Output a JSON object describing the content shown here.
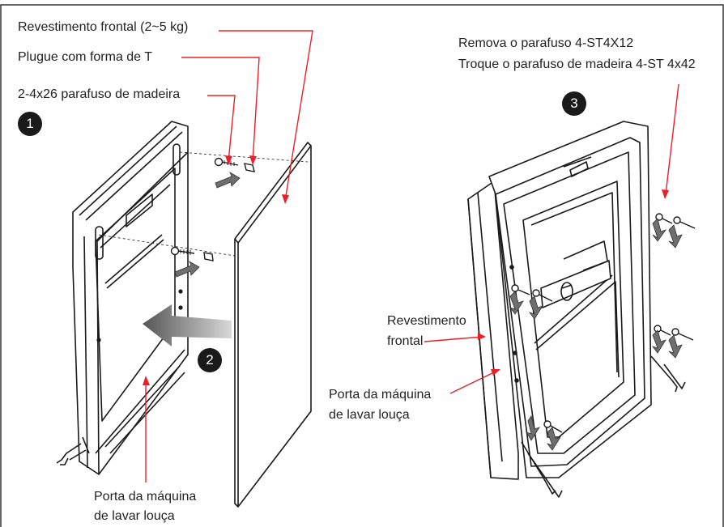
{
  "labels": {
    "front_panel_weight": "Revestimento frontal (2~5 kg)",
    "t_plug": "Plugue com forma de T",
    "wood_screw": "2-4x26 parafuso de madeira",
    "remove_screw": "Remova o parafuso 4-ST4X12",
    "replace_screw": "Troque o parafuso de madeira 4-ST 4x42",
    "front_panel_line1": "Revestimento",
    "front_panel_line2": "frontal",
    "door_right_line1": "Porta da máquina",
    "door_right_line2": "de lavar louça",
    "door_left_line1": "Porta da máquina",
    "door_left_line2": "de lavar louça"
  },
  "steps": {
    "one": "1",
    "two": "2",
    "three": "3"
  },
  "colors": {
    "leader": "#e8202a",
    "ink": "#1a1a1a",
    "arrow_gray": "#6e6e6e",
    "border": "#333333"
  }
}
